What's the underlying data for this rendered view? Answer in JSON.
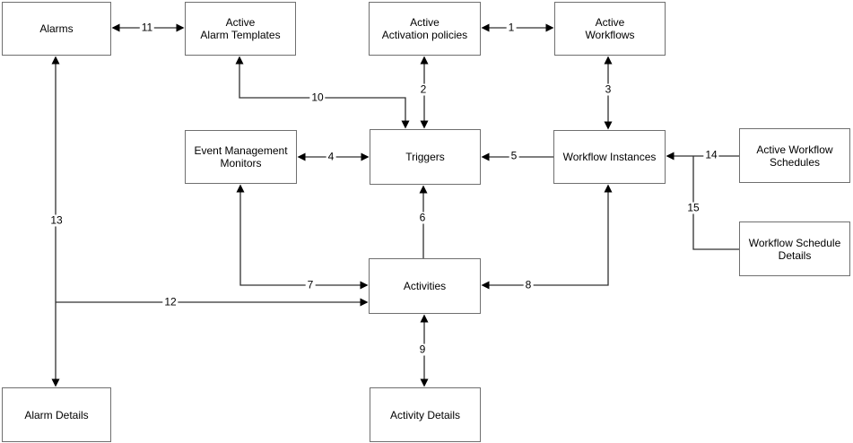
{
  "colors": {
    "background": "#ffffff",
    "box_border": "#6f6f6f",
    "connector_line": "#303030",
    "text": "#000000"
  },
  "diagram": {
    "nodes": {
      "alarms": "Alarms",
      "active_alarm_templates": "Active\nAlarm Templates",
      "active_activation_policies": "Active\nActivation policies",
      "active_workflows": "Active\nWorkflows",
      "event_management_monitors": "Event Management\nMonitors",
      "triggers": "Triggers",
      "workflow_instances": "Workflow Instances",
      "active_workflow_schedules": "Active Workflow\nSchedules",
      "workflow_schedule_details": "Workflow Schedule\nDetails",
      "activities": "Activities",
      "alarm_details": "Alarm Details",
      "activity_details": "Activity Details"
    },
    "connectors": {
      "c1": {
        "label": "1",
        "from": "Active Activation policies",
        "to": "Active Workflows",
        "arrowheads": "both"
      },
      "c2": {
        "label": "2",
        "from": "Active Activation policies",
        "to": "Triggers",
        "arrowheads": "both"
      },
      "c3": {
        "label": "3",
        "from": "Active Workflows",
        "to": "Workflow Instances",
        "arrowheads": "both"
      },
      "c4": {
        "label": "4",
        "from": "Event Management Monitors",
        "to": "Triggers",
        "arrowheads": "both"
      },
      "c5": {
        "label": "5",
        "from": "Workflow Instances",
        "to": "Triggers",
        "arrowheads": "to"
      },
      "c6": {
        "label": "6",
        "from": "Activities",
        "to": "Triggers",
        "arrowheads": "to"
      },
      "c7": {
        "label": "7",
        "from": "Event Management Monitors",
        "to": "Activities",
        "arrowheads": "both"
      },
      "c8": {
        "label": "8",
        "from": "Workflow Instances",
        "to": "Activities",
        "arrowheads": "both"
      },
      "c9": {
        "label": "9",
        "from": "Activities",
        "to": "Activity Details",
        "arrowheads": "both"
      },
      "c10": {
        "label": "10",
        "from": "Active Alarm Templates",
        "to": "Triggers",
        "arrowheads": "both"
      },
      "c11": {
        "label": "11",
        "from": "Alarms",
        "to": "Active Alarm Templates",
        "arrowheads": "both"
      },
      "c12": {
        "label": "12",
        "from": "Alarms",
        "to": "Activities",
        "arrowheads": "to"
      },
      "c13": {
        "label": "13",
        "from": "Alarms",
        "to": "Alarm Details",
        "arrowheads": "both"
      },
      "c14": {
        "label": "14",
        "from": "Active Workflow Schedules",
        "to": "Workflow Instances",
        "arrowheads": "to"
      },
      "c15": {
        "label": "15",
        "from": "Active Workflow Schedules",
        "to": "Workflow Schedule Details",
        "arrowheads": "none"
      }
    }
  }
}
